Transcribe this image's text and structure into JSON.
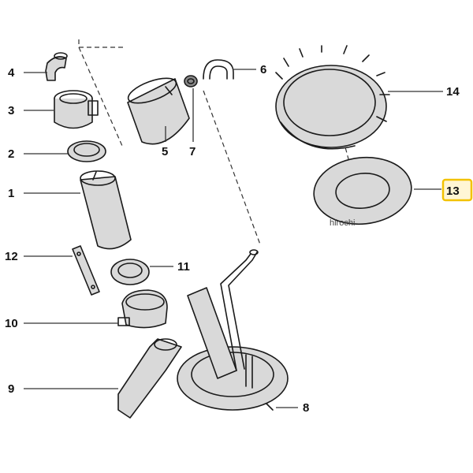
{
  "callouts": [
    {
      "id": "1",
      "label": "1"
    },
    {
      "id": "2",
      "label": "2"
    },
    {
      "id": "3",
      "label": "3"
    },
    {
      "id": "4",
      "label": "4"
    },
    {
      "id": "5",
      "label": "5"
    },
    {
      "id": "6",
      "label": "6"
    },
    {
      "id": "7",
      "label": "7"
    },
    {
      "id": "8",
      "label": "8"
    },
    {
      "id": "9",
      "label": "9"
    },
    {
      "id": "10",
      "label": "10"
    },
    {
      "id": "11",
      "label": "11"
    },
    {
      "id": "12",
      "label": "12"
    },
    {
      "id": "13",
      "label": "13",
      "highlighted": true
    },
    {
      "id": "14",
      "label": "14"
    }
  ],
  "watermark": "hirochi",
  "colors": {
    "highlight_border": "#f2c200",
    "highlight_fill": "#fff6d5",
    "line": "#1a1a1a"
  }
}
